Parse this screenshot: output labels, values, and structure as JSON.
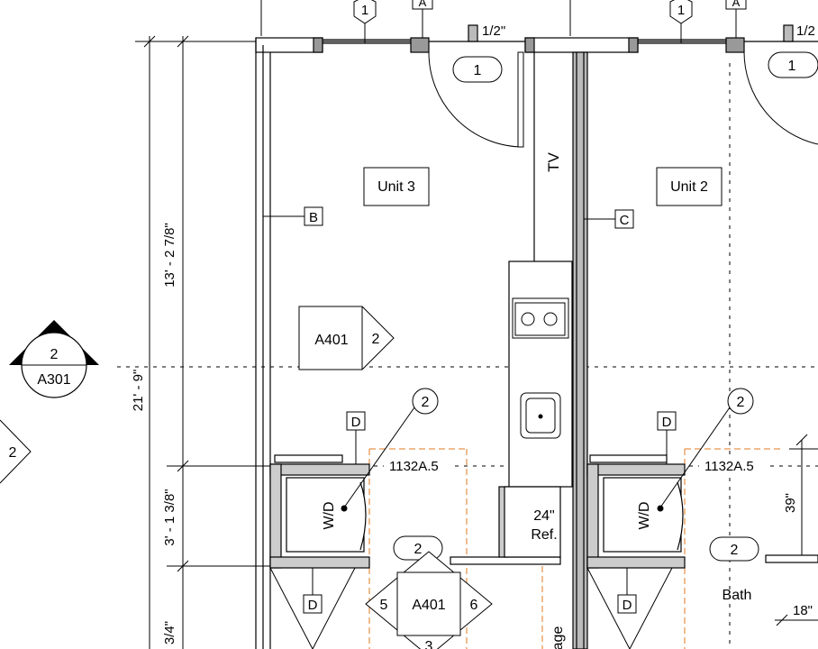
{
  "rooms": {
    "unit3": "Unit 3",
    "unit2": "Unit 2",
    "bath": "Bath"
  },
  "dimensions": {
    "total_height": "21' - 9\"",
    "upper": "13' - 2 7/8\"",
    "middle": "3' - 1 3/8\"",
    "lower_partial": "3/4\"",
    "right_39": "39\"",
    "right_18": "18\"",
    "half_inch_left": "1/2\"",
    "half_inch_right": "1/2"
  },
  "labels": {
    "tv": "TV",
    "wd_left": "W/D",
    "wd_right": "W/D",
    "ref_size": "24\"",
    "ref_text": "Ref.",
    "storage_partial": "age",
    "gridline_left": "1132A.5",
    "gridline_right": "1132A.5"
  },
  "tags": {
    "wall_b": "B",
    "wall_c": "C",
    "wall_d1": "D",
    "wall_d2": "D",
    "wall_d3": "D",
    "wall_d4": "D",
    "grid_a_left": "A",
    "grid_a_right": "A",
    "window_1_left": "1",
    "window_1_right": "1",
    "door_1_left": "1",
    "door_1_right": "1",
    "keynote_2_left": "2",
    "keynote_2_right": "2",
    "door_2_bottom": "2",
    "door_2_bath": "2"
  },
  "section_marker": {
    "number": "2",
    "sheet": "A301"
  },
  "elevation_a401_single": {
    "sheet": "A401",
    "num": "2"
  },
  "elevation_a401_multi": {
    "sheet": "A401",
    "left": "5",
    "right": "6",
    "bottom": "3",
    "top": ""
  },
  "left_edge_marker": "2"
}
